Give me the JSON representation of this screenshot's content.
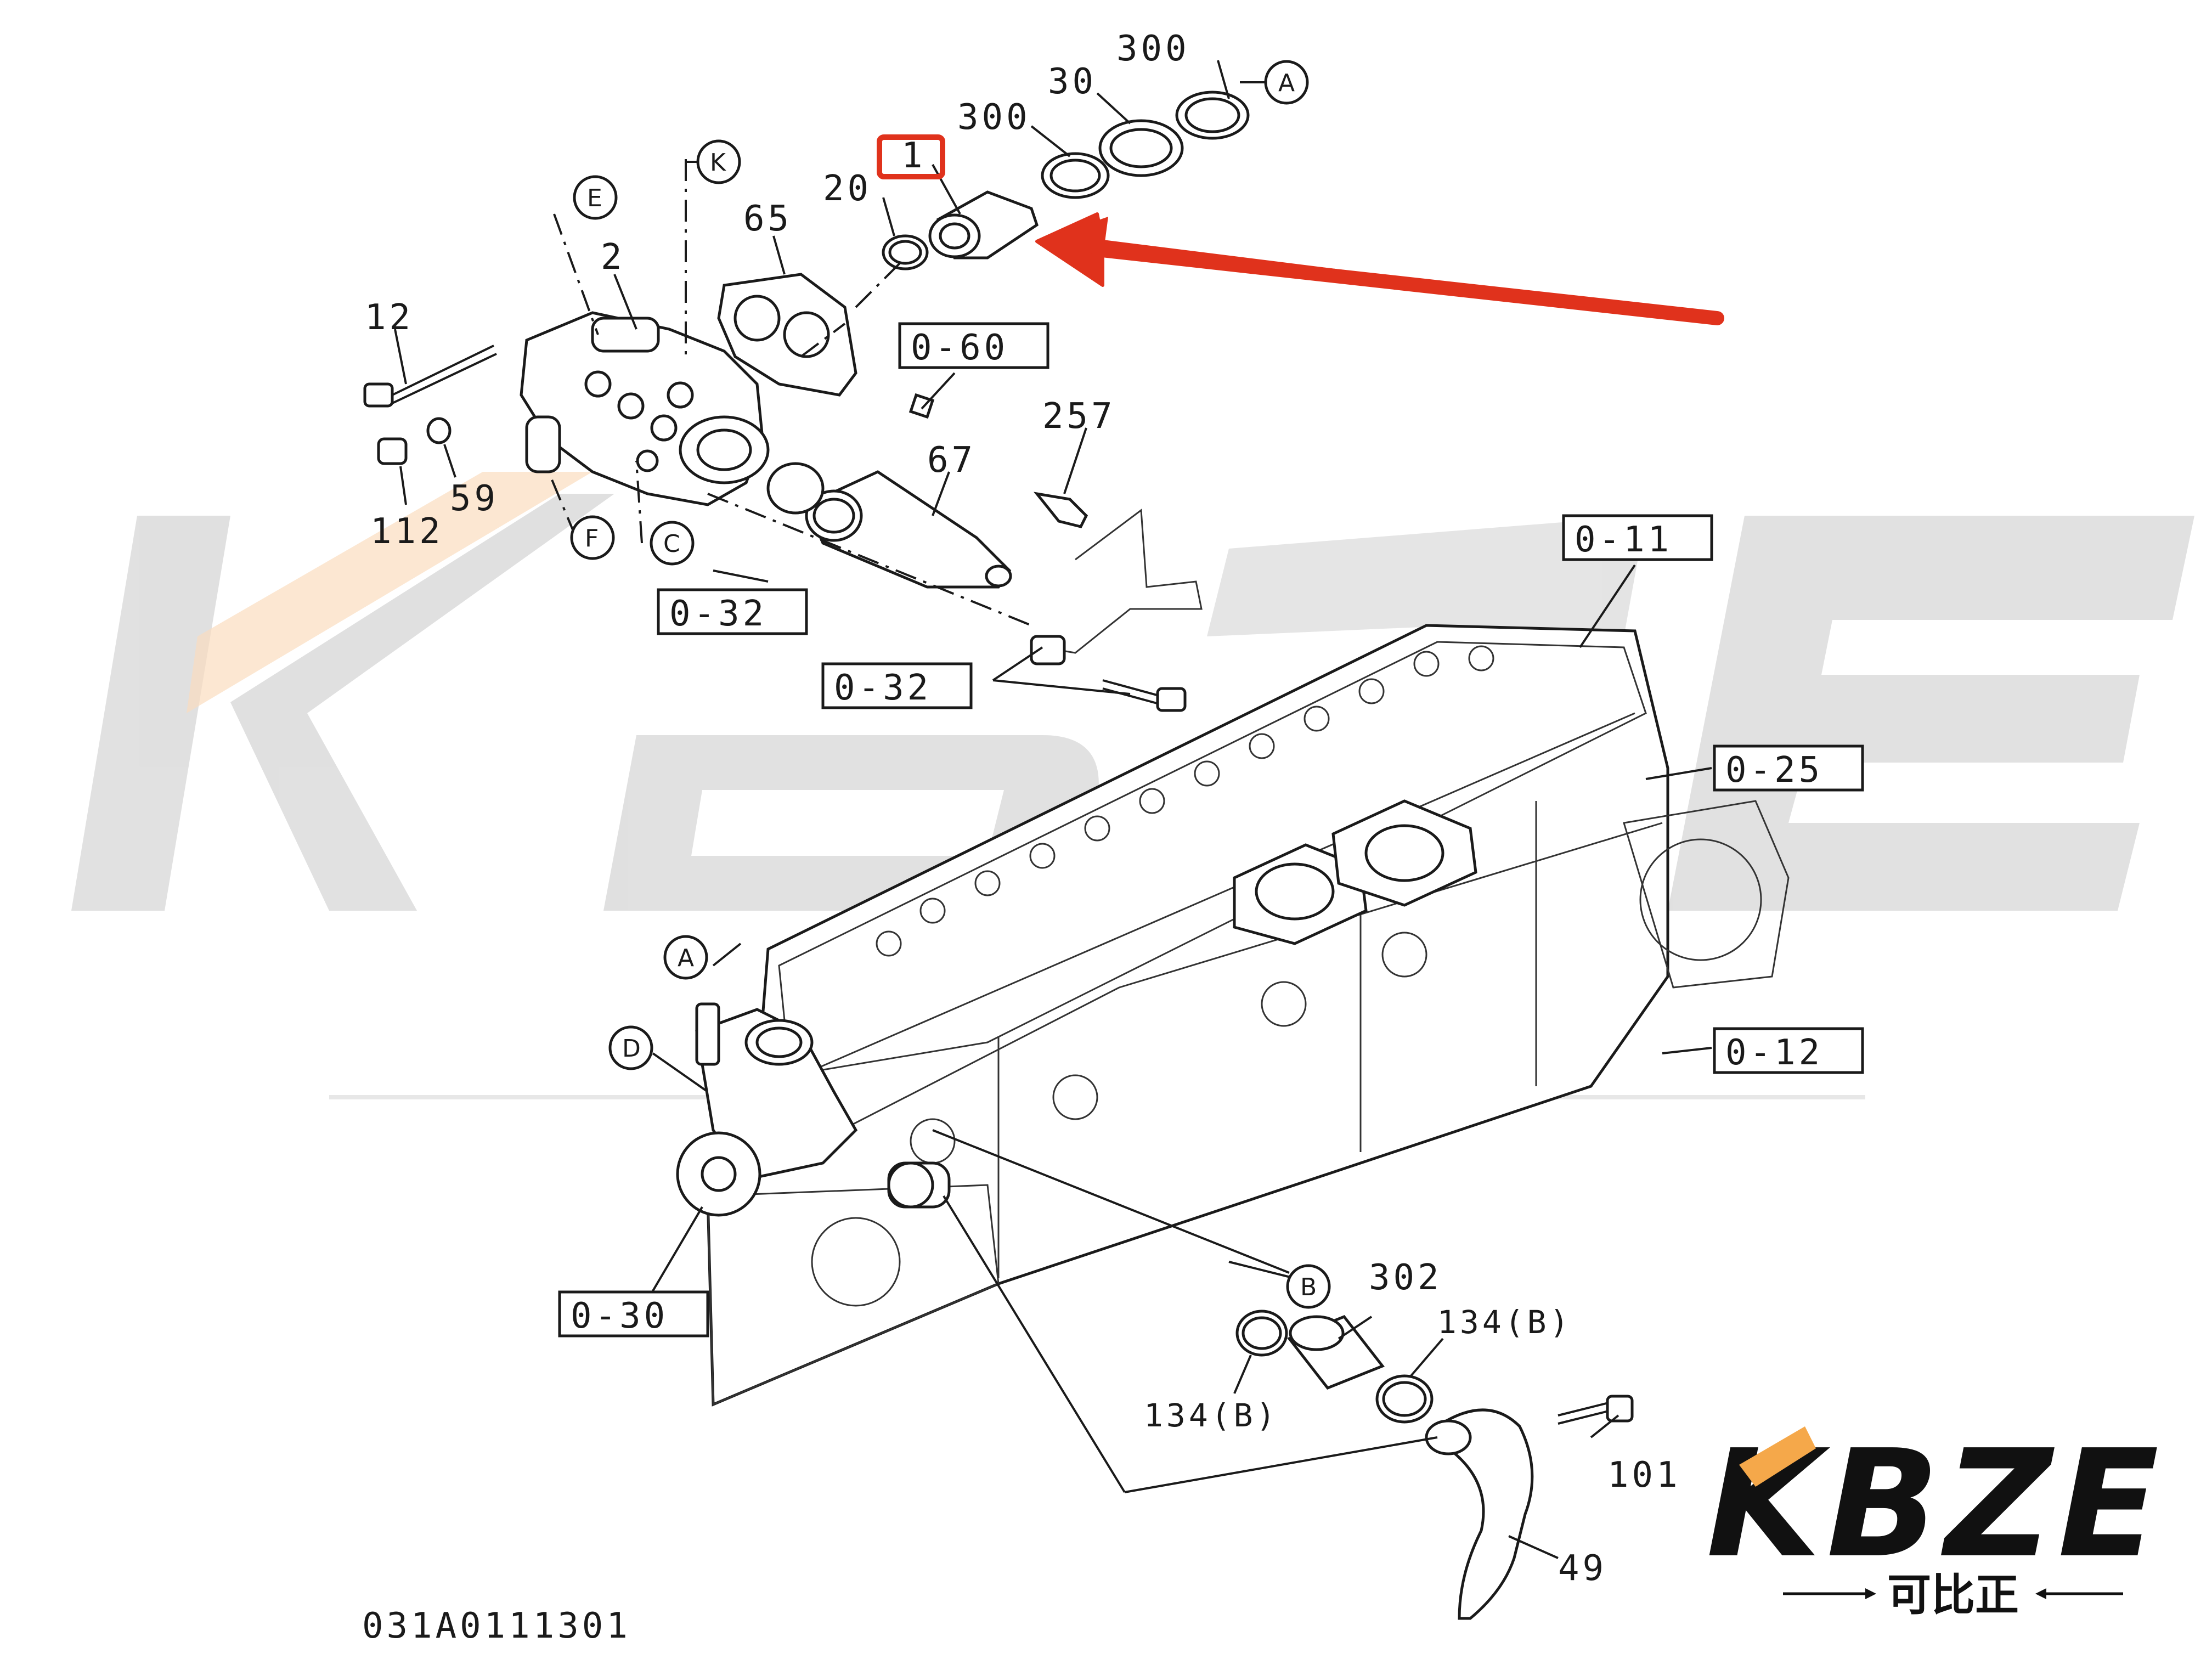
{
  "part_numbers": {
    "p300_top": "300",
    "p30": "30",
    "p300": "300",
    "p1": "1",
    "p20": "20",
    "p65": "65",
    "p2": "2",
    "p12": "12",
    "p59": "59",
    "p112": "112",
    "p67": "67",
    "p257": "257",
    "p302": "302",
    "p134b_right": "134(B)",
    "p134b_left": "134(B)",
    "p101": "101",
    "p49": "49"
  },
  "ref_boxes": {
    "r060": "0-60",
    "r032a": "0-32",
    "r032b": "0-32",
    "r011": "0-11",
    "r025": "0-25",
    "r012": "0-12",
    "r030": "0-30"
  },
  "circle_refs": {
    "a_top": "A",
    "k": "K",
    "e": "E",
    "f": "F",
    "c": "C",
    "a_mid": "A",
    "d": "D",
    "b": "B"
  },
  "footer_code": "031A0111301",
  "logo": {
    "name": "KBZE",
    "tagline": "可比正"
  },
  "colors": {
    "highlight": "#e0321c",
    "watermark": "#cfcfcf",
    "accent_orange": "#f5a84a",
    "ink": "#1a1a1a"
  }
}
